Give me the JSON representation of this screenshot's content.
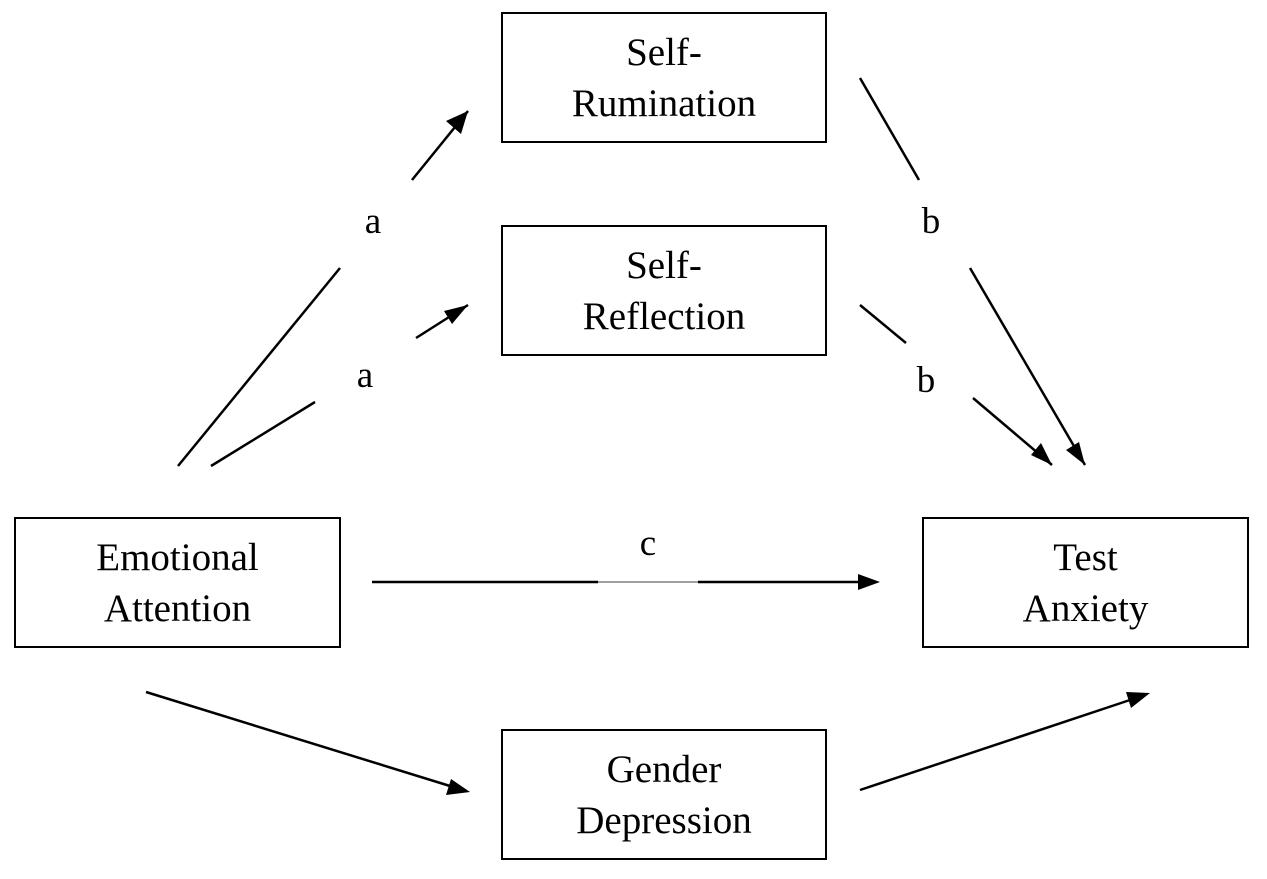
{
  "nodes": {
    "self_rumination": {
      "line1": "Self-",
      "line2": "Rumination"
    },
    "self_reflection": {
      "line1": "Self-",
      "line2": "Reflection"
    },
    "emotional_attention": {
      "line1": "Emotional",
      "line2": "Attention"
    },
    "test_anxiety": {
      "line1": "Test",
      "line2": "Anxiety"
    },
    "gender_depression": {
      "line1": "Gender",
      "line2": "Depression"
    }
  },
  "paths": {
    "a_rumination": "a",
    "a_reflection": "a",
    "b_rumination": "b",
    "b_reflection": "b",
    "c_direct": "c"
  },
  "colors": {
    "line": "#000000",
    "background": "#ffffff"
  }
}
